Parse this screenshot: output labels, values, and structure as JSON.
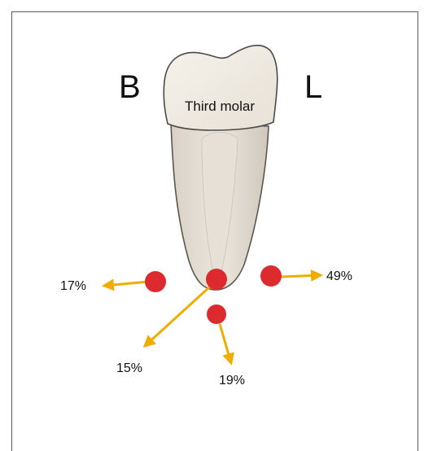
{
  "labels": {
    "buccal": "B",
    "lingual": "L",
    "tooth": "Third molar"
  },
  "percentages": {
    "buccal": "17%",
    "buccal_inferior": "15%",
    "inferior": "19%",
    "lingual": "49%"
  },
  "colors": {
    "dot": "#dc2a2f",
    "arrow": "#f0ad00",
    "tooth_crown": "#f1ece4",
    "tooth_root": "#e2dcd2",
    "outline": "#4a4a4a"
  }
}
